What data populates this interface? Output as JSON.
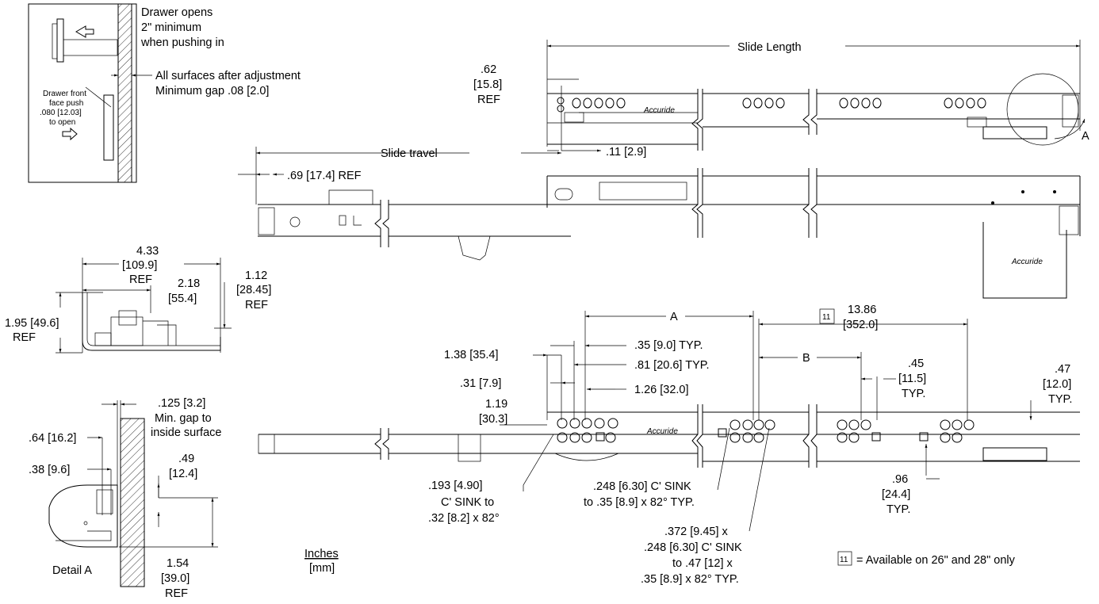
{
  "top_left_note": {
    "line1": "Drawer opens",
    "line2": "2\" minimum",
    "line3": "when pushing in",
    "gap_line1": "All surfaces after adjustment",
    "gap_line2": "Minimum gap .08 [2.0]",
    "push_line1": "Drawer front",
    "push_line2": "face push",
    "push_line3": ".080 [12.03]",
    "push_line4": "to open"
  },
  "top_view": {
    "slide_length": "Slide Length",
    "ref_62_a": ".62",
    "ref_62_b": "[15.8]",
    "ref_62_c": "REF",
    "dim_11": ".11 [2.9]",
    "detail_marker": "A",
    "logo": "Accuride"
  },
  "mid_view": {
    "slide_travel": "Slide travel",
    "dim_69": ".69 [17.4] REF"
  },
  "cross_section": {
    "w_a": "4.33",
    "w_b": "[109.9]",
    "w_c": "REF",
    "c_a": "2.18",
    "c_b": "[55.4]",
    "h_a": "1.12",
    "h_b": "[28.45]",
    "h_c": "REF",
    "t_a": "1.95 [49.6]",
    "t_b": "REF"
  },
  "detail_a": {
    "gap_a": ".125 [3.2]",
    "gap_b": "Min. gap to",
    "gap_c": "inside surface",
    "d64": ".64 [16.2]",
    "d38": ".38 [9.6]",
    "d49_a": ".49",
    "d49_b": "[12.4]",
    "d154_a": "1.54",
    "d154_b": "[39.0]",
    "d154_c": "REF",
    "label": "Detail A"
  },
  "bottom_view": {
    "dim_a": "A",
    "dim_b": "B",
    "note_num": "11",
    "d1386_a": "13.86",
    "d1386_b": "[352.0]",
    "d35": ".35 [9.0] TYP.",
    "d138": "1.38 [35.4]",
    "d81": ".81 [20.6]  TYP.",
    "d31": ".31 [7.9]",
    "d126": "1.26 [32.0]",
    "d119_a": "1.19",
    "d119_b": "[30.3]",
    "d45_a": ".45",
    "d45_b": "[11.5]",
    "d45_c": "TYP.",
    "d47_a": ".47",
    "d47_b": "[12.0]",
    "d47_c": "TYP.",
    "d193_a": ".193 [4.90]",
    "d193_b": "C' SINK to",
    "d193_c": ".32 [8.2] x 82°",
    "d248_a": ".248 [6.30] C' SINK",
    "d248_b": "to .35 [8.9] x 82° TYP.",
    "d372_a": ".372 [9.45] x",
    "d372_b": ".248 [6.30] C' SINK",
    "d372_c": "to .47 [12] x",
    "d372_d": ".35 [8.9] x 82° TYP.",
    "d96_a": ".96",
    "d96_b": "[24.4]",
    "d96_c": "TYP.",
    "logo": "Accuride"
  },
  "units": {
    "top": "Inches",
    "bottom": "[mm]"
  },
  "legend": {
    "num": "11",
    "text": "= Available on 26\" and 28\" only"
  }
}
